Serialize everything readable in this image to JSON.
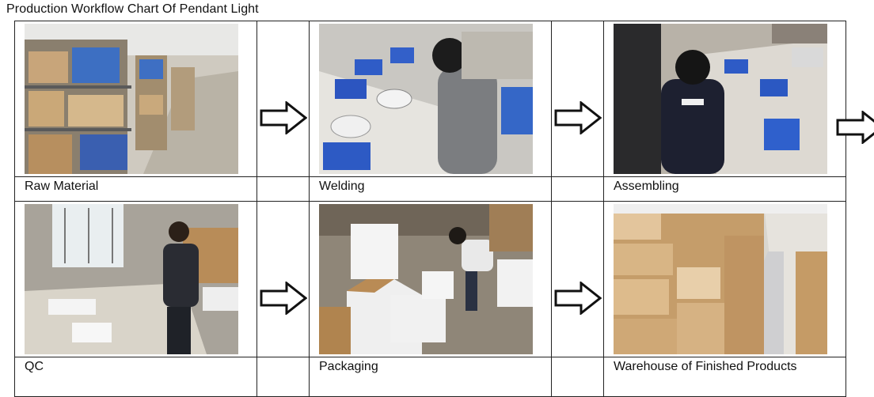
{
  "title": "Production Workflow Chart Of Pendant Light",
  "steps": [
    {
      "label": "Raw Material",
      "photo": "warehouse-shelves-photo"
    },
    {
      "label": "Welding",
      "photo": "welding-worker-photo"
    },
    {
      "label": "Assembling",
      "photo": "assembling-workers-photo"
    },
    {
      "label": "QC",
      "photo": "quality-control-photo"
    },
    {
      "label": "Packaging",
      "photo": "packaging-worker-photo"
    },
    {
      "label": "Warehouse of Finished Products",
      "photo": "finished-warehouse-photo"
    }
  ],
  "icons": {
    "arrow": "arrow-right-icon"
  }
}
